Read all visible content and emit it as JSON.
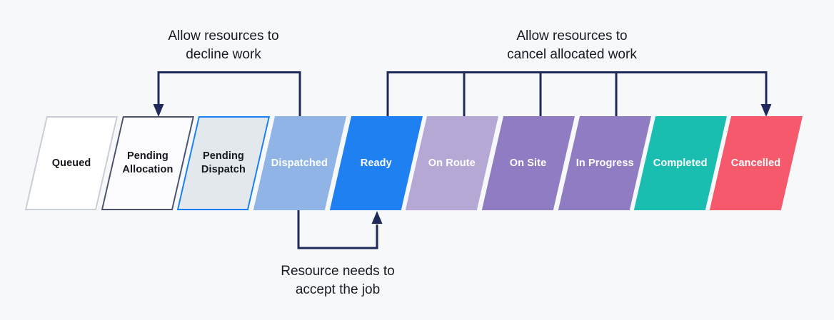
{
  "canvas": {
    "background": "#F7F8FA",
    "arrow_color": "#1F2A5C",
    "annotation_text_color": "#191A23"
  },
  "stages": [
    {
      "label": "Queued",
      "fill": "#FFFFFF",
      "border": "#C9CDD5",
      "text_color": "#15161E"
    },
    {
      "label": "Pending Allocation",
      "fill": "#FCFCFE",
      "border": "#4C516E",
      "text_color": "#15161E"
    },
    {
      "label": "Pending Dispatch",
      "fill": "#E2E8EC",
      "border": "#1A7FF3",
      "text_color": "#15161E"
    },
    {
      "label": "Dispatched",
      "fill": "#8FB4E5",
      "border": "none",
      "text_color": "#FFFFFF"
    },
    {
      "label": "Ready",
      "fill": "#1F80F2",
      "border": "none",
      "text_color": "#FFFFFF"
    },
    {
      "label": "On Route",
      "fill": "#B5A8D5",
      "border": "none",
      "text_color": "#FFFFFF"
    },
    {
      "label": "On Site",
      "fill": "#8F7CC2",
      "border": "none",
      "text_color": "#FFFFFF"
    },
    {
      "label": "In Progress",
      "fill": "#8F7CC2",
      "border": "none",
      "text_color": "#FFFFFF"
    },
    {
      "label": "Completed",
      "fill": "#19BEB1",
      "border": "none",
      "text_color": "#FFFFFF"
    },
    {
      "label": "Cancelled",
      "fill": "#F5596B",
      "border": "none",
      "text_color": "#FFFFFF"
    }
  ],
  "annotations": {
    "decline": {
      "line1": "Allow resources to",
      "line2": "decline work"
    },
    "cancel": {
      "line1": "Allow resources to",
      "line2": "cancel allocated work"
    },
    "accept": {
      "line1": "Resource needs to",
      "line2": "accept the job"
    }
  }
}
